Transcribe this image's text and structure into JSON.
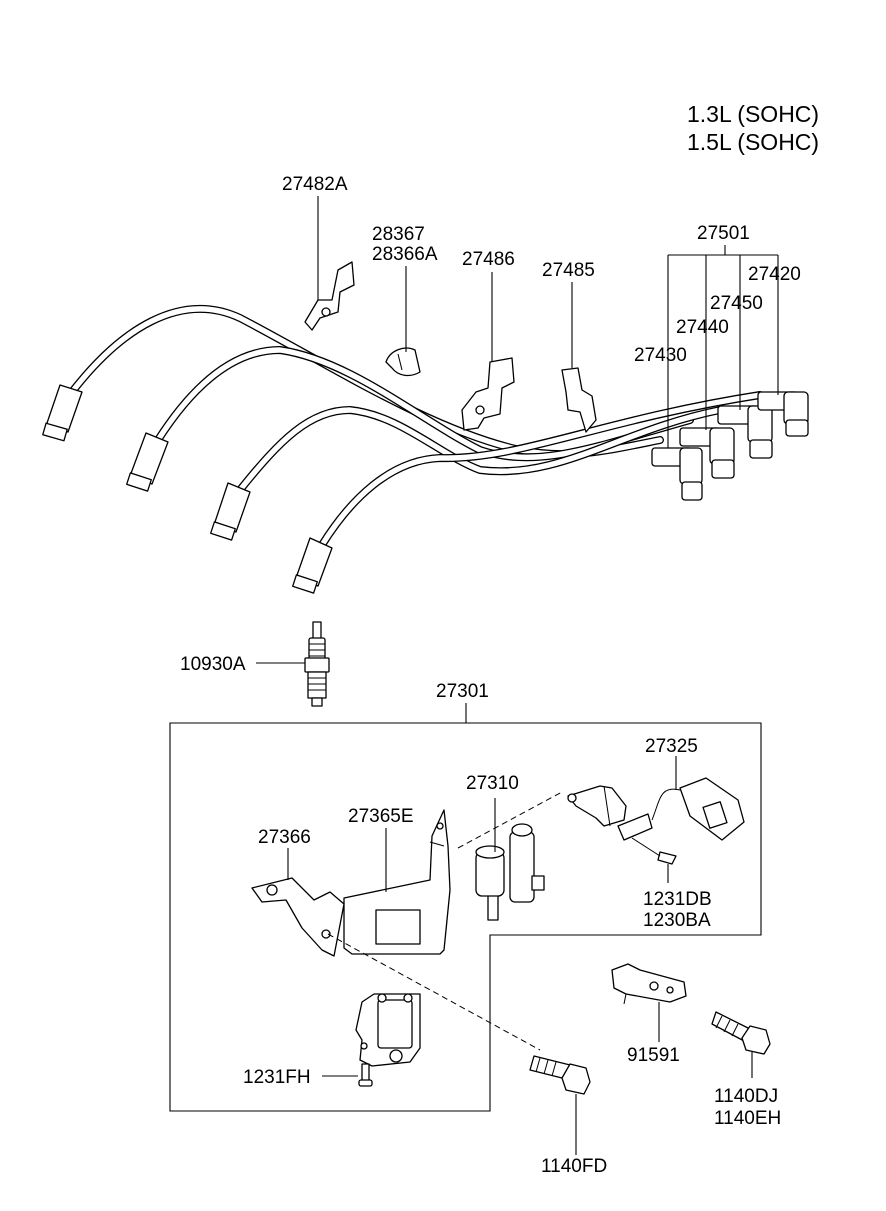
{
  "engine": [
    "1.3L (SOHC)",
    "1.5L (SOHC)"
  ],
  "labels": {
    "p27482A": "27482A",
    "p28367": "28367",
    "p28366A": "28366A",
    "p27486": "27486",
    "p27485": "27485",
    "p27501": "27501",
    "p27420": "27420",
    "p27450": "27450",
    "p27440": "27440",
    "p27430": "27430",
    "p10930A": "10930A",
    "p27301": "27301",
    "p27325": "27325",
    "p27310": "27310",
    "p27365E": "27365E",
    "p27366": "27366",
    "p1231DB": "1231DB",
    "p1230BA": "1230BA",
    "p91591": "91591",
    "p1231FH": "1231FH",
    "p1140DJ": "1140DJ",
    "p1140EH": "1140EH",
    "p1140FD": "1140FD"
  }
}
